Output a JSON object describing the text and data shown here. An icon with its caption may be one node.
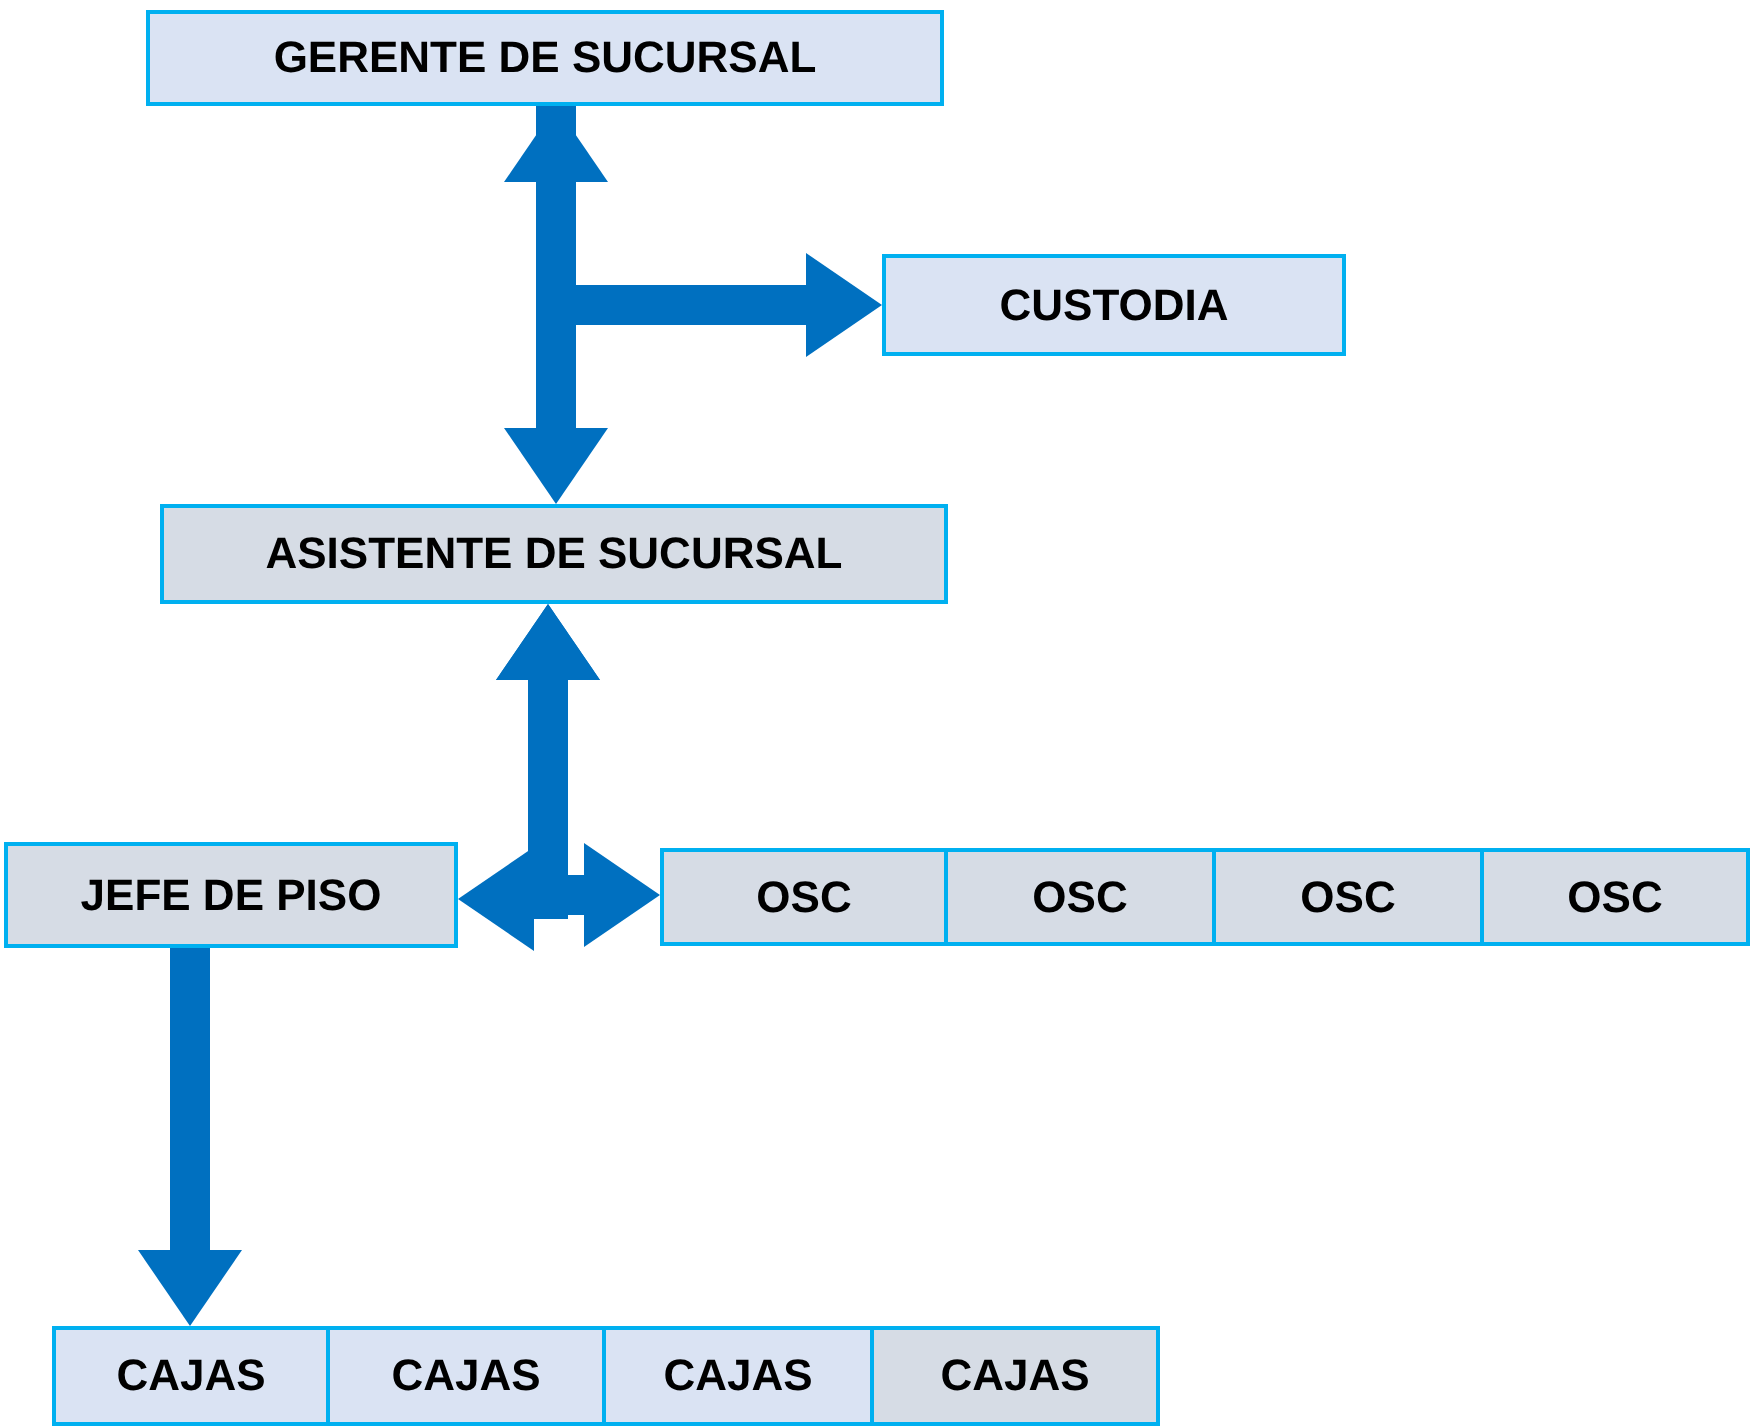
{
  "diagram": {
    "nodes": [
      {
        "text": [
          "GERENTE DE SUCURSAL"
        ]
      },
      {
        "text": [
          "CUSTODIA"
        ]
      },
      {
        "text": [
          "ASISTENTE DE SUCURSAL"
        ]
      },
      {
        "text": [
          "JEFE DE PISO"
        ]
      },
      {
        "text": [
          "OSC"
        ]
      },
      {
        "text": [
          "OSC"
        ]
      },
      {
        "text": [
          "OSC"
        ]
      },
      {
        "text": [
          "OSC"
        ]
      },
      {
        "text": [
          "CAJAS"
        ]
      },
      {
        "text": [
          "CAJAS"
        ]
      },
      {
        "text": [
          "CAJAS"
        ]
      },
      {
        "text": [
          "CAJAS"
        ]
      }
    ],
    "edges": [
      {
        "from": 0,
        "to": 2,
        "arrow": "both"
      },
      {
        "from": 0,
        "to": 1,
        "arrow": "to"
      },
      {
        "from": 2,
        "to": 3,
        "arrow": "both"
      },
      {
        "from": 2,
        "to": 4,
        "arrow": "both"
      },
      {
        "from": 3,
        "to": 8,
        "arrow": "to"
      }
    ]
  }
}
